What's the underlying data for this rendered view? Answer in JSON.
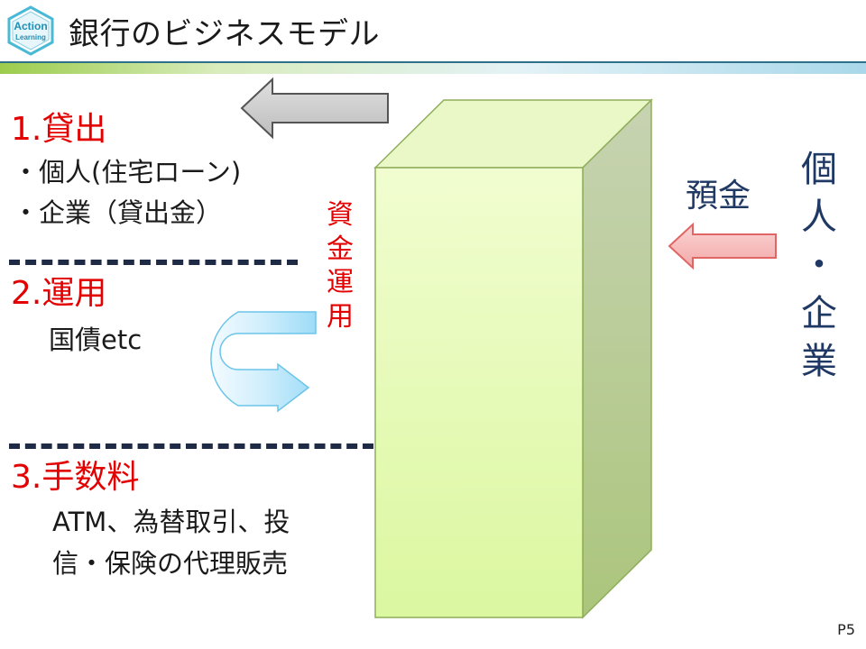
{
  "header": {
    "logo_line1": "Action",
    "logo_line2": "Learning",
    "title": "銀行のビジネスモデル"
  },
  "sections": {
    "loans": {
      "heading": "1.貸出",
      "line1": "・個人(住宅ローン)",
      "line2": "・企業（貸出金）"
    },
    "investment": {
      "heading": "2.運用",
      "line1": "国債etc"
    },
    "fees": {
      "heading": "3.手数料",
      "line1": "ATM、為替取引、投",
      "line2": "信・保険の代理販売"
    }
  },
  "fund_label_chars": [
    "資",
    "金",
    "運",
    "用"
  ],
  "deposit_label": "預金",
  "customer_chars": [
    "個",
    "人",
    "・",
    "企",
    "業"
  ],
  "colors": {
    "heading_red": "#e30000",
    "navy": "#1f3864",
    "block_front": "#e8fbb0",
    "block_side": "#b5cc8d",
    "deposit_arrow": "#f7b8b8",
    "loan_arrow": "#c9c9c9",
    "u_arrow": "#bfe8fb"
  },
  "page_number": "P5"
}
